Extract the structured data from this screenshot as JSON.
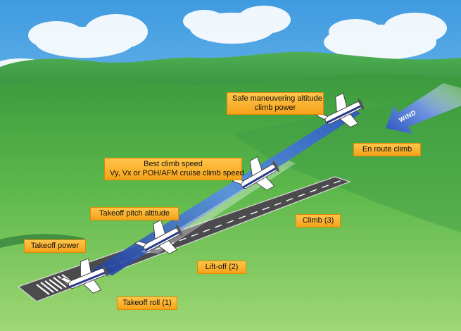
{
  "labels": {
    "safe_maneuvering_line1": "Safe maneuvering altitude",
    "safe_maneuvering_line2": "climb power",
    "en_route_climb": "En route climb",
    "best_climb_line1": "Best climb speed",
    "best_climb_line2": "Vy, Vx or POH/AFM cruise climb speed",
    "takeoff_pitch": "Takeoff pitch altitude",
    "climb": "Climb (3)",
    "takeoff_power": "Takeoff power",
    "lift_off": "Lift-off (2)",
    "takeoff_roll": "Takeoff roll (1)"
  },
  "wind": {
    "text": "WIND"
  },
  "colors": {
    "sky_top": "#3f9be0",
    "sky_bottom": "#cfe8f8",
    "grass_light": "#8fcf6a",
    "grass_dark": "#2f8a3a",
    "runway": "#4a4a4a",
    "label_fill": "#f9b233",
    "climb_path": "#3a63c9",
    "wind_arrow": "#3a63c9",
    "aircraft_body": "#ffffff",
    "aircraft_stripe": "#2a3a8c"
  }
}
